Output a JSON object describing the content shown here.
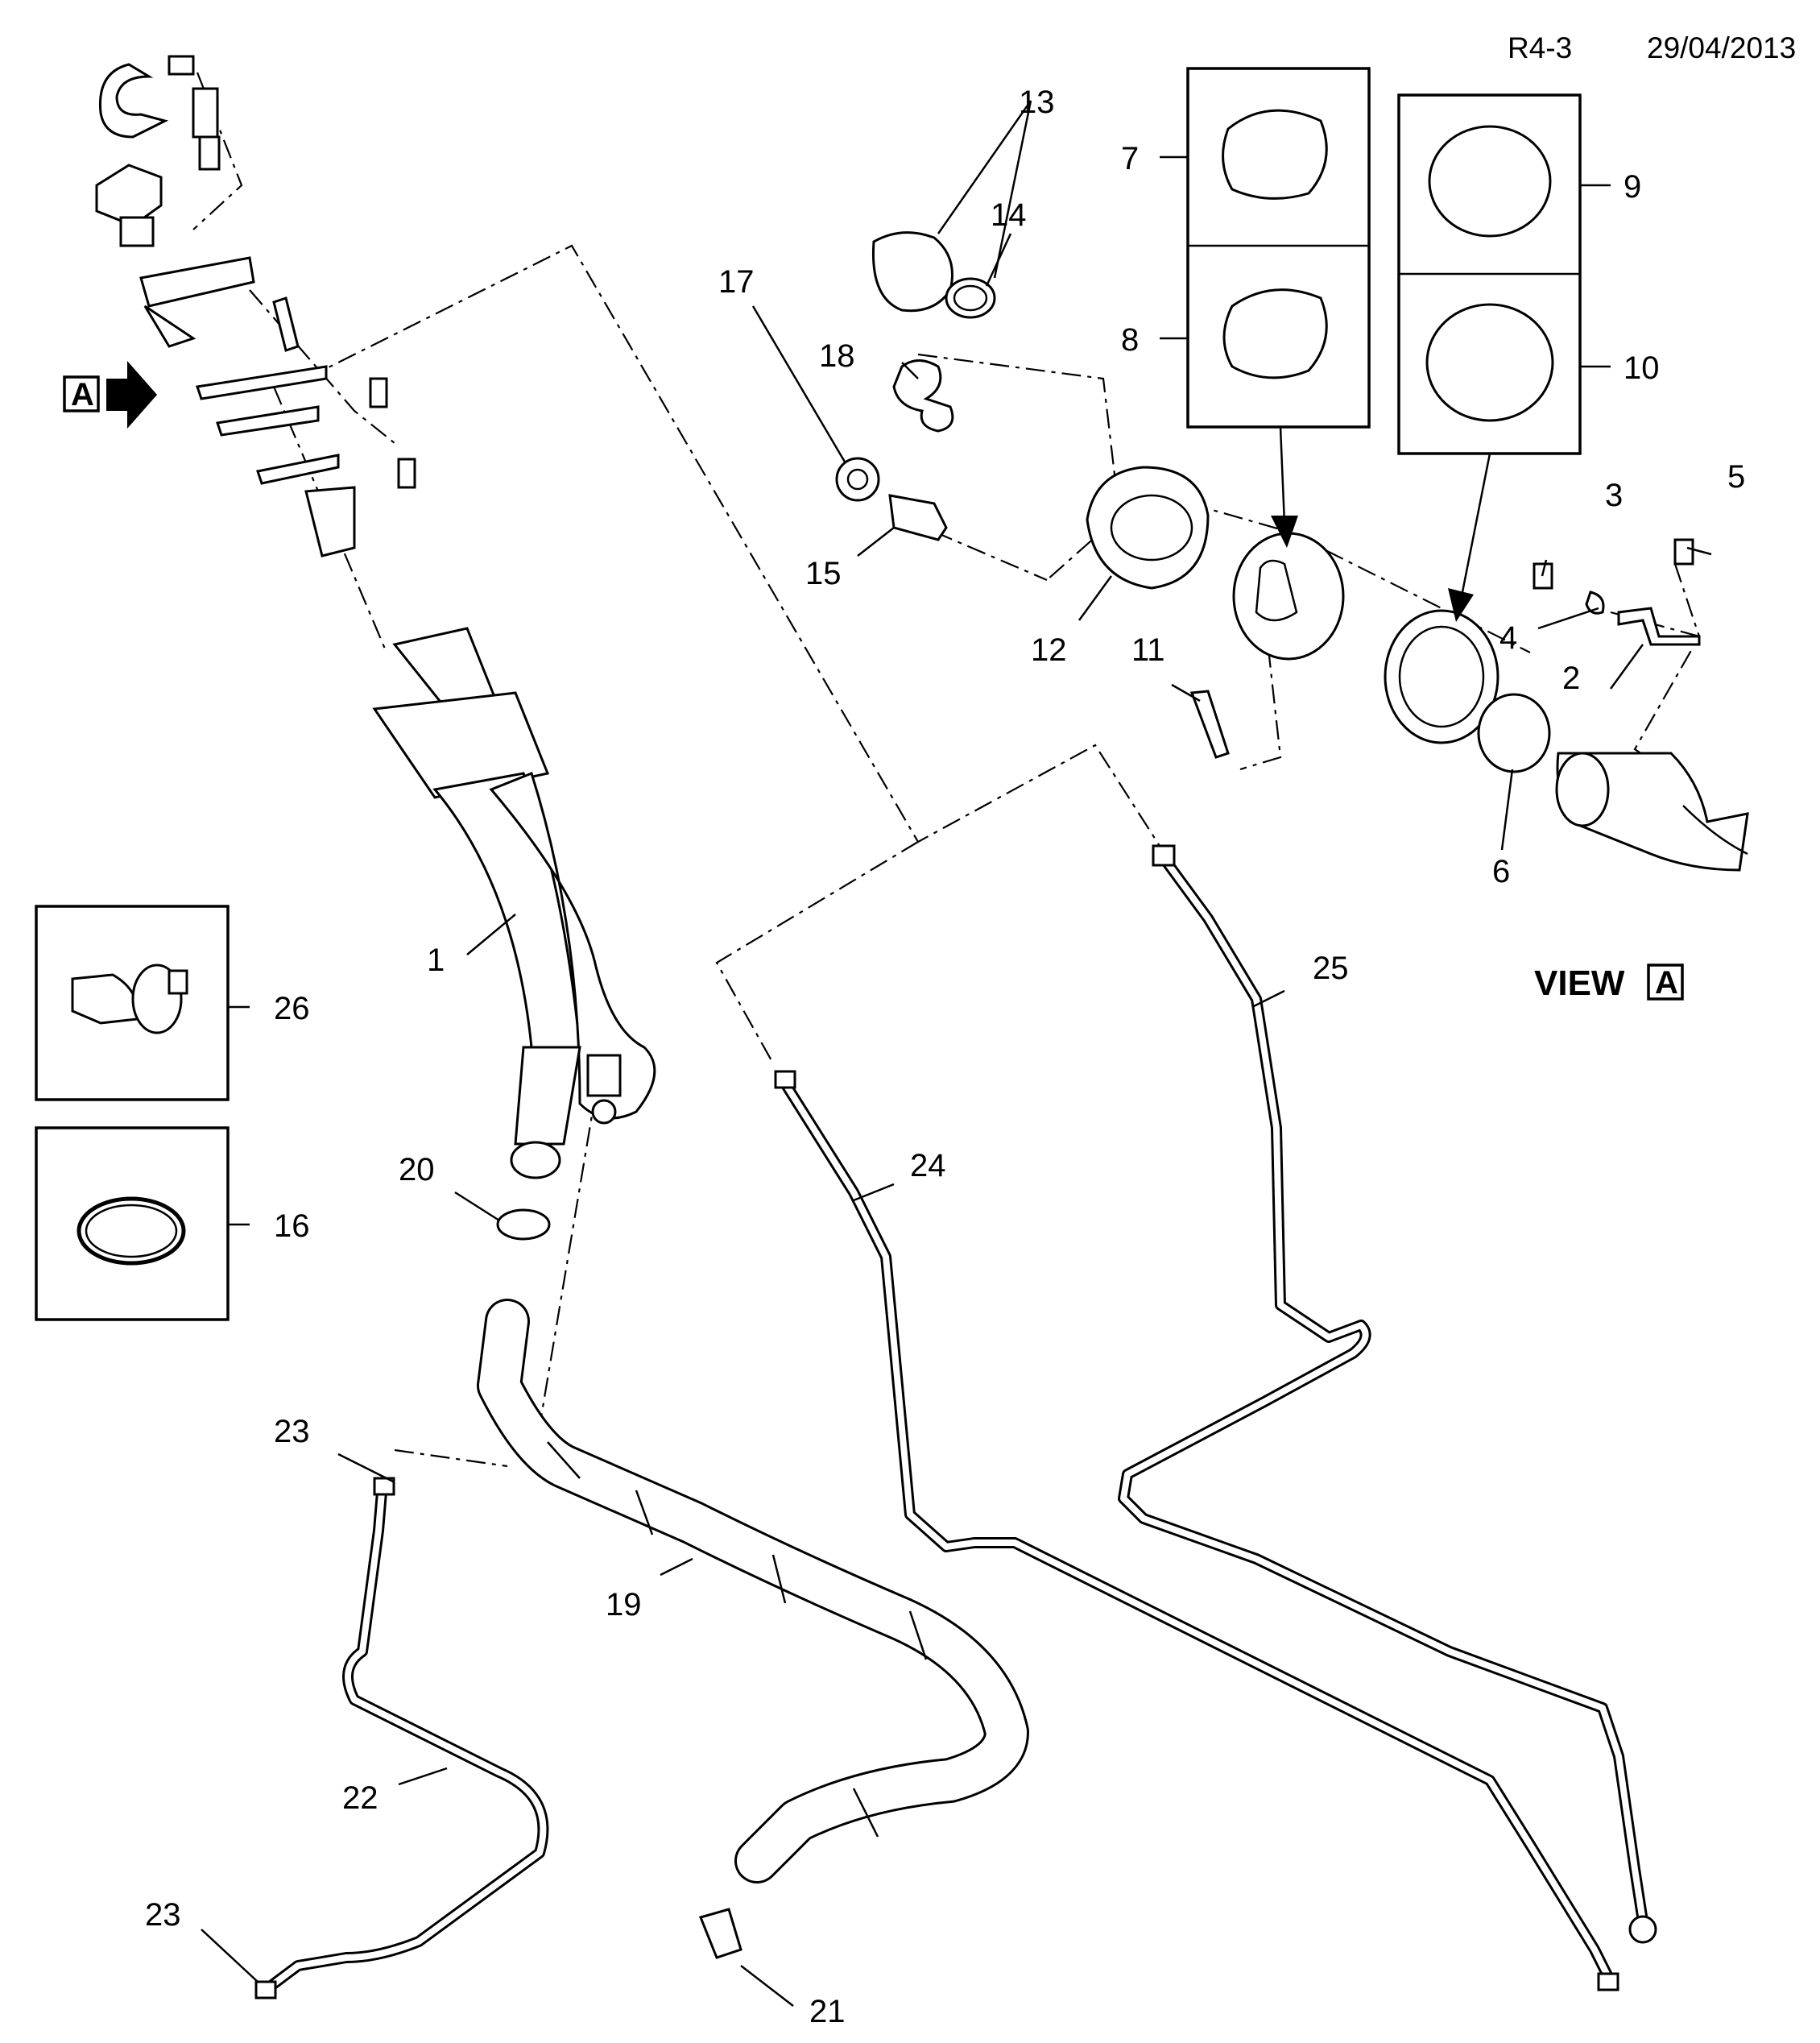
{
  "header": {
    "code": "R4-3",
    "date": "29/04/2013"
  },
  "view_marker": {
    "letter": "A"
  },
  "view_title": {
    "text": "VIEW",
    "letter": "A"
  },
  "callouts": {
    "c1": "1",
    "c2": "2",
    "c3": "3",
    "c4": "4",
    "c5": "5",
    "c6": "6",
    "c7": "7",
    "c8": "8",
    "c9": "9",
    "c10": "10",
    "c11": "11",
    "c12": "12",
    "c13": "13",
    "c14": "14",
    "c15": "15",
    "c16": "16",
    "c17": "17",
    "c18": "18",
    "c19": "19",
    "c20": "20",
    "c21": "21",
    "c22": "22",
    "c23a": "23",
    "c23b": "23",
    "c24": "24",
    "c25": "25",
    "c26": "26"
  }
}
